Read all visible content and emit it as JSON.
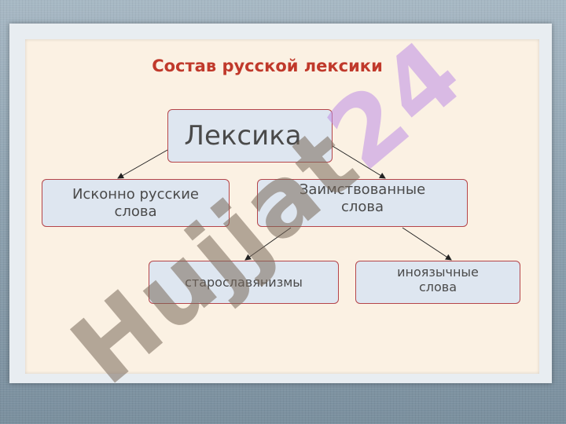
{
  "diagram": {
    "title": "Состав русской лексики",
    "nodes": {
      "root": "Лексика",
      "native_line1": "Исконно русские",
      "native_line2": "слова",
      "borrowed_line1": "Заимствованные",
      "borrowed_line2": "слова",
      "old_slavonic": "старославянизмы",
      "foreign_line1": "иноязычные",
      "foreign_line2": "слова"
    }
  },
  "watermark": {
    "text_part1": "Hujjat",
    "text_part2": "24"
  },
  "colors": {
    "title": "#c0392b",
    "node_fill": "#dee6f0",
    "node_border": "#b5454a",
    "slide_bg": "#fbf1e3"
  }
}
